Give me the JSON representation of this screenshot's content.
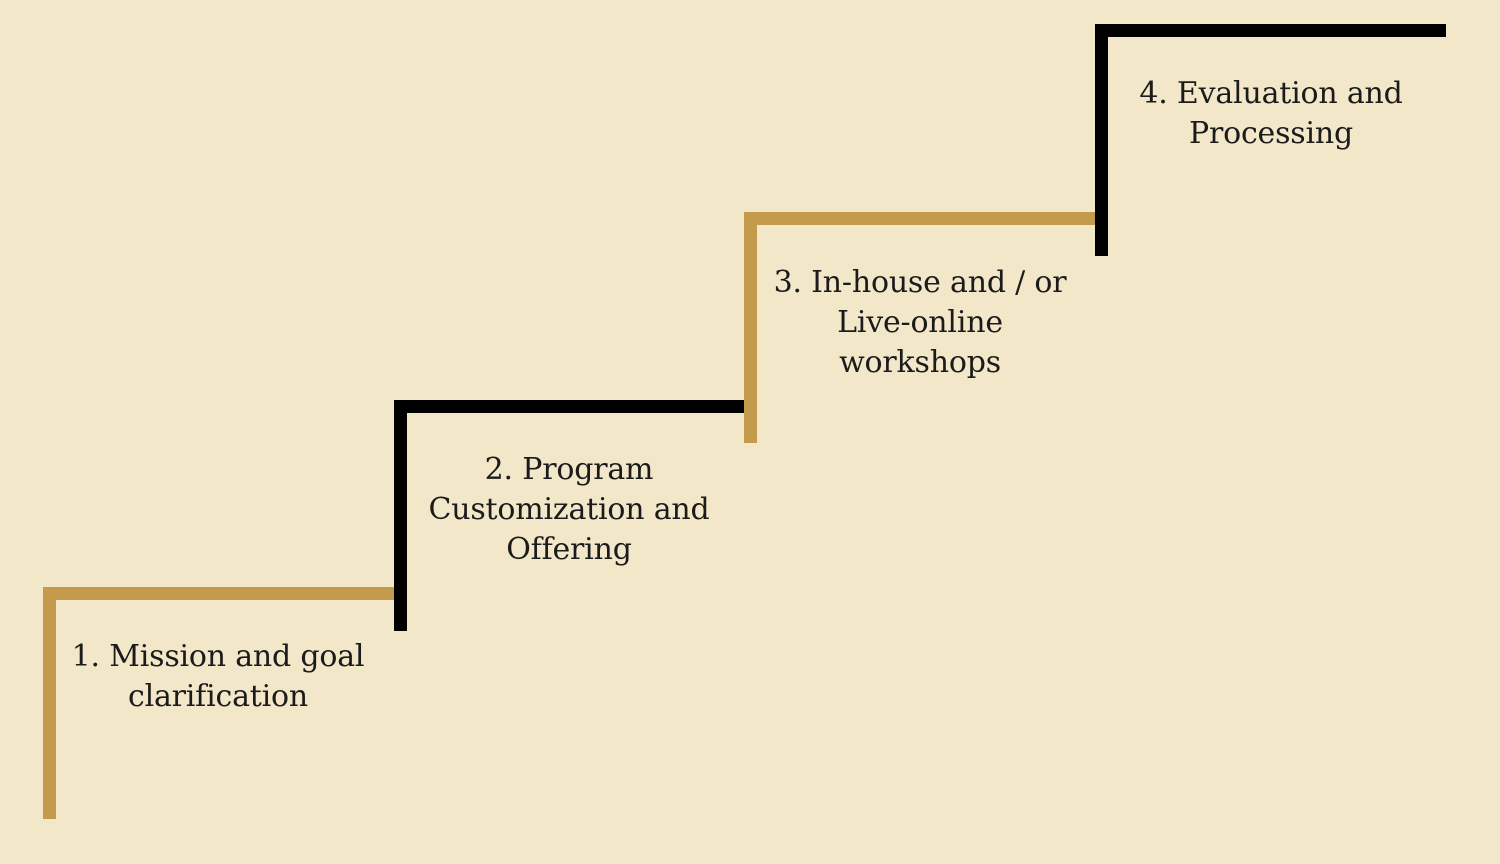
{
  "background_color": "#f2e7c9",
  "colors": {
    "gold": "#c49b4c",
    "black": "#000000"
  },
  "steps": [
    {
      "label": "1. Mission and goal\nclarification",
      "color": "gold"
    },
    {
      "label": "2. Program\nCustomization and\nOffering",
      "color": "black"
    },
    {
      "label": "3. In-house and / or\nLive-online\nworkshops",
      "color": "gold"
    },
    {
      "label": "4. Evaluation and\nProcessing",
      "color": "black"
    }
  ]
}
